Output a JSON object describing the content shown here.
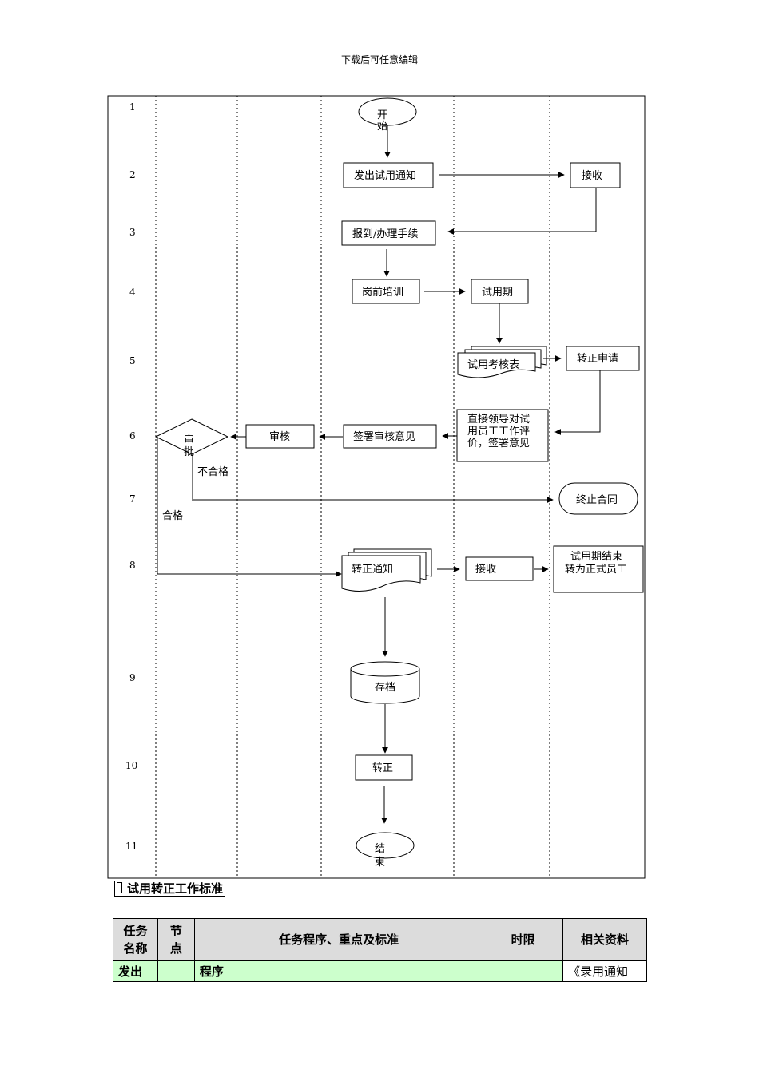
{
  "header": {
    "text": "下载后可任意编辑"
  },
  "rows": [
    "1",
    "2",
    "3",
    "4",
    "5",
    "6",
    "7",
    "8",
    "9",
    "10",
    "11"
  ],
  "flow": {
    "start": "开始",
    "send_notice": "发出试用通知",
    "receive1": "接收",
    "report": "报到/办理手续",
    "training": "岗前培训",
    "probation": "试用期",
    "assess_form": "试用考核表",
    "apply": "转正申请",
    "supervisor_eval": "直接领导对试用员工工作评价，签署意见",
    "sign_opinion": "签署审核意见",
    "review": "审核",
    "approve": "审批",
    "fail": "不合格",
    "pass": "合格",
    "terminate": "终止合同",
    "regular_notice": "转正通知",
    "receive2": "接收",
    "become_regular": "试用期结束转为正式员工",
    "archive": "存档",
    "regularize": "转正",
    "end": "结束"
  },
  "section": {
    "title": "试用转正工作标准"
  },
  "table": {
    "headers": [
      "任务名称",
      "节点",
      "任务程序、重点及标准",
      "时限",
      "相关资料"
    ],
    "row1": [
      "发出",
      "",
      "程序",
      "",
      "《录用通知"
    ]
  }
}
